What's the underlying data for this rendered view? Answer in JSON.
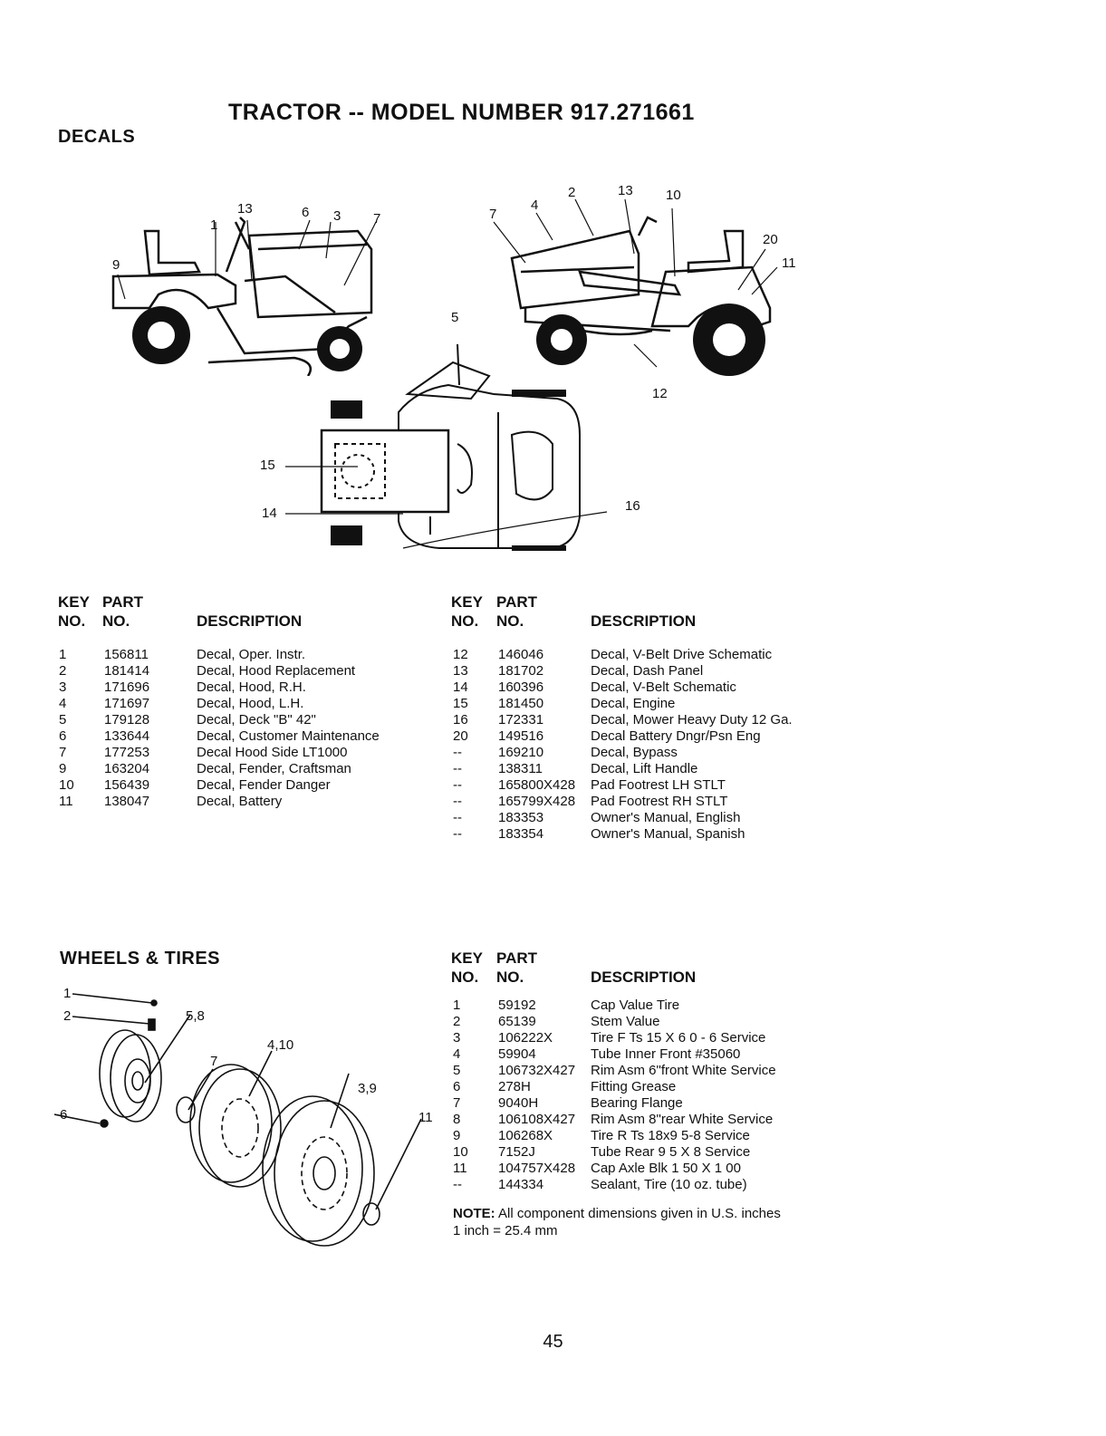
{
  "page": {
    "title": "TRACTOR -- MODEL NUMBER 917.271661",
    "page_number": "45"
  },
  "decals": {
    "section_title": "DECALS",
    "headers": {
      "key_line1": "KEY",
      "key_line2": "NO.",
      "part_line1": "PART",
      "part_line2": "NO.",
      "description": "DESCRIPTION"
    },
    "callouts": {
      "left": [
        "13",
        "6",
        "3",
        "7",
        "1",
        "9"
      ],
      "right": [
        "2",
        "13",
        "10",
        "7",
        "4",
        "20",
        "11",
        "5",
        "12"
      ],
      "bottom": [
        "15",
        "14",
        "16"
      ]
    },
    "left_rows": [
      {
        "key": "1",
        "part": "156811",
        "desc": "Decal, Oper. Instr."
      },
      {
        "key": "2",
        "part": "181414",
        "desc": "Decal, Hood Replacement"
      },
      {
        "key": "3",
        "part": "171696",
        "desc": "Decal, Hood, R.H."
      },
      {
        "key": "4",
        "part": "171697",
        "desc": "Decal, Hood, L.H."
      },
      {
        "key": "5",
        "part": "179128",
        "desc": "Decal, Deck \"B\" 42\""
      },
      {
        "key": "6",
        "part": "133644",
        "desc": "Decal, Customer Maintenance"
      },
      {
        "key": "7",
        "part": "177253",
        "desc": "Decal Hood Side LT1000"
      },
      {
        "key": "9",
        "part": "163204",
        "desc": "Decal, Fender, Craftsman"
      },
      {
        "key": "10",
        "part": "156439",
        "desc": "Decal, Fender Danger"
      },
      {
        "key": "11",
        "part": "138047",
        "desc": "Decal, Battery"
      }
    ],
    "right_rows": [
      {
        "key": "12",
        "part": "146046",
        "desc": "Decal, V-Belt Drive Schematic"
      },
      {
        "key": "13",
        "part": "181702",
        "desc": "Decal, Dash Panel"
      },
      {
        "key": "14",
        "part": "160396",
        "desc": "Decal, V-Belt Schematic"
      },
      {
        "key": "15",
        "part": "181450",
        "desc": "Decal, Engine"
      },
      {
        "key": "16",
        "part": "172331",
        "desc": "Decal, Mower Heavy Duty 12 Ga."
      },
      {
        "key": "20",
        "part": "149516",
        "desc": "Decal Battery Dngr/Psn Eng"
      },
      {
        "key": "--",
        "part": "169210",
        "desc": "Decal, Bypass"
      },
      {
        "key": "--",
        "part": "138311",
        "desc": "Decal, Lift Handle"
      },
      {
        "key": "--",
        "part": "165800X428",
        "desc": "Pad Footrest LH STLT"
      },
      {
        "key": "--",
        "part": "165799X428",
        "desc": "Pad Footrest RH STLT"
      },
      {
        "key": "--",
        "part": "183353",
        "desc": "Owner's Manual, English"
      },
      {
        "key": "--",
        "part": "183354",
        "desc": "Owner's Manual, Spanish"
      }
    ]
  },
  "wheels": {
    "section_title": "WHEELS & TIRES",
    "headers": {
      "key_line1": "KEY",
      "key_line2": "NO.",
      "part_line1": "PART",
      "part_line2": "NO.",
      "description": "DESCRIPTION"
    },
    "callouts": [
      "1",
      "2",
      "5,8",
      "4,10",
      "7",
      "3,9",
      "6",
      "11"
    ],
    "rows": [
      {
        "key": "1",
        "part": "59192",
        "desc": "Cap Value Tire"
      },
      {
        "key": "2",
        "part": "65139",
        "desc": "Stem Value"
      },
      {
        "key": "3",
        "part": "106222X",
        "desc": "Tire F Ts 15 X 6 0 - 6 Service"
      },
      {
        "key": "4",
        "part": "59904",
        "desc": "Tube Inner Front #35060"
      },
      {
        "key": "5",
        "part": "106732X427",
        "desc": "Rim Asm 6\"front White Service"
      },
      {
        "key": "6",
        "part": "278H",
        "desc": "Fitting Grease"
      },
      {
        "key": "7",
        "part": "9040H",
        "desc": "Bearing Flange"
      },
      {
        "key": "8",
        "part": "106108X427",
        "desc": "Rim Asm 8\"rear White Service"
      },
      {
        "key": "9",
        "part": "106268X",
        "desc": "Tire R Ts 18x9 5-8 Service"
      },
      {
        "key": "10",
        "part": "7152J",
        "desc": "Tube Rear 9 5 X 8 Service"
      },
      {
        "key": "11",
        "part": "104757X428",
        "desc": "Cap Axle Blk 1 50 X 1 00"
      },
      {
        "key": "--",
        "part": "144334",
        "desc": "Sealant, Tire (10 oz. tube)"
      }
    ],
    "note_label": "NOTE:",
    "note_text": "All component dimensions given in U.S. inches",
    "note_line2": "1 inch = 25.4 mm"
  }
}
